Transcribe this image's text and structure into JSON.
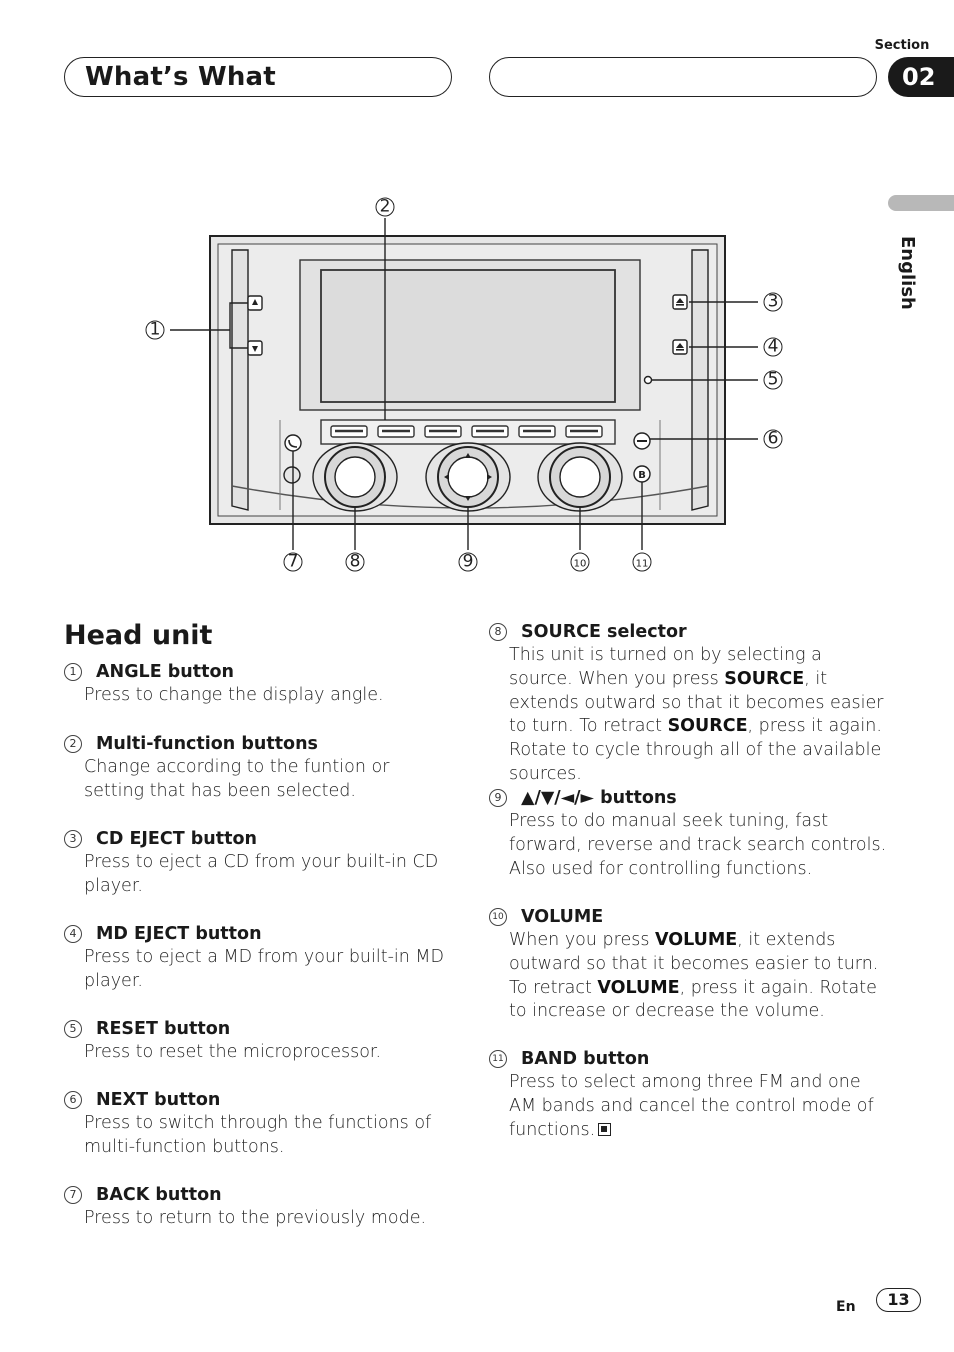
{
  "header": {
    "title": "What’s What",
    "section_label": "Section",
    "section_number": "02"
  },
  "side_tab": {
    "language": "English"
  },
  "diagram": {
    "callouts": [
      "1",
      "2",
      "3",
      "4",
      "5",
      "6",
      "7",
      "8",
      "9",
      "10",
      "11"
    ]
  },
  "content": {
    "heading": "Head unit",
    "items": [
      {
        "num": "1",
        "title": "ANGLE button",
        "desc": "Press to change the display angle."
      },
      {
        "num": "2",
        "title": "Multi-function buttons",
        "desc": "Change according to the funtion or setting that has been selected."
      },
      {
        "num": "3",
        "title": "CD EJECT button",
        "desc": "Press to eject a CD from your built-in CD player."
      },
      {
        "num": "4",
        "title": "MD EJECT button",
        "desc": "Press to eject a MD from your built-in MD player."
      },
      {
        "num": "5",
        "title": "RESET button",
        "desc": "Press to reset the microprocessor."
      },
      {
        "num": "6",
        "title": "NEXT button",
        "desc": "Press to switch through the functions of multi-function buttons."
      },
      {
        "num": "7",
        "title": "BACK button",
        "desc": "Press to return to the previously mode."
      },
      {
        "num": "8",
        "title": "SOURCE selector",
        "desc_parts": [
          "This unit is turned on by selecting a source. When you press ",
          "SOURCE",
          ", it extends outward so that it becomes easier to turn. To retract ",
          "SOURCE",
          ", press it again. Rotate to cycle through all of the available sources."
        ]
      },
      {
        "num": "9",
        "title": "▲/▼/◄/► buttons",
        "desc": "Press to do manual seek tuning, fast forward, reverse and track search controls. Also used for controlling functions."
      },
      {
        "num": "10",
        "title": "VOLUME",
        "desc_parts": [
          "When you press ",
          "VOLUME",
          ", it extends outward so that it becomes easier to turn. To retract ",
          "VOLUME",
          ", press it again. Rotate to increase or decrease the volume."
        ]
      },
      {
        "num": "11",
        "title": "BAND button",
        "desc": "Press to select among three FM and one AM bands and cancel the control mode of functions."
      }
    ]
  },
  "footer": {
    "language": "En",
    "page": "13"
  }
}
